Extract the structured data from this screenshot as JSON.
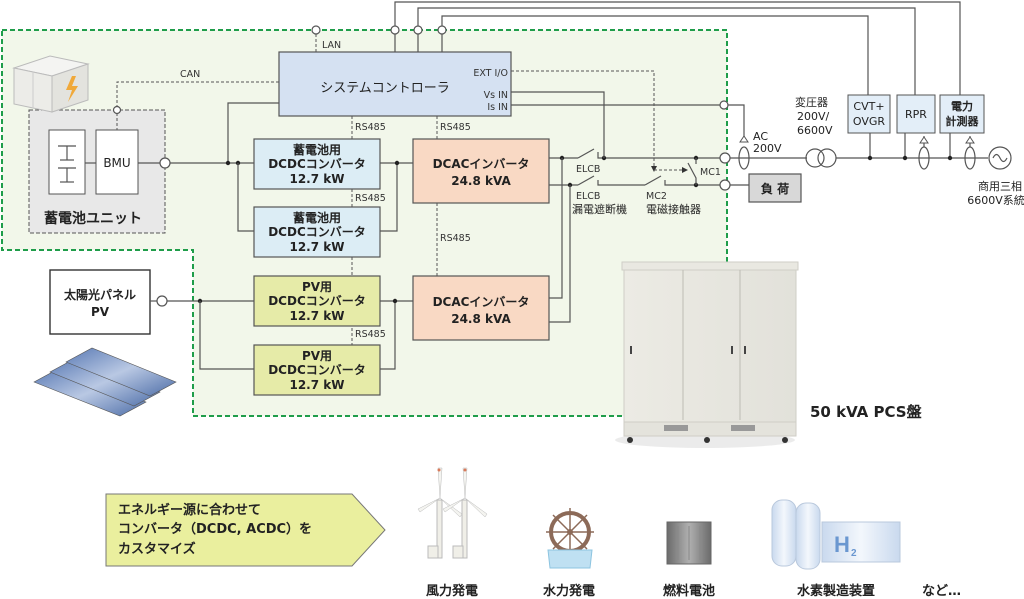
{
  "colors": {
    "controller_fill": "#d5e1f2",
    "battery_dcdc_fill": "#dcedf5",
    "pv_dcdc_fill": "#e6eba8",
    "inverter_fill": "#f9d9c4",
    "enclosure_fill": "#f2f7ea",
    "enclosure_border": "#1f9d4a",
    "battery_unit_fill": "#e8e8e8",
    "callout_fill": "#eaef9e",
    "grid_box_fill": "#e3eef8",
    "load_fill": "#d8d8d8"
  },
  "controller": {
    "title": "システムコントローラ",
    "ports": {
      "ext_io": "EXT I/O",
      "vs_in": "Vs IN",
      "is_in": "Is IN"
    }
  },
  "comm": {
    "lan": "LAN",
    "can": "CAN",
    "rs485": "RS485"
  },
  "battery_unit": {
    "title": "蓄電池ユニット",
    "bmu": "BMU"
  },
  "battery_dcdc": [
    {
      "line1": "蓄電池用",
      "line2": "DCDCコンバータ",
      "line3": "12.7 kW"
    },
    {
      "line1": "蓄電池用",
      "line2": "DCDCコンバータ",
      "line3": "12.7 kW"
    }
  ],
  "pv_dcdc": [
    {
      "line1": "PV用",
      "line2": "DCDCコンバータ",
      "line3": "12.7 kW"
    },
    {
      "line1": "PV用",
      "line2": "DCDCコンバータ",
      "line3": "12.7 kW"
    }
  ],
  "inverters": [
    {
      "line1": "DCACインバータ",
      "line2": "24.8 kVA"
    },
    {
      "line1": "DCACインバータ",
      "line2": "24.8 kVA"
    }
  ],
  "pv_panel": {
    "line1": "太陽光パネル",
    "line2": "PV"
  },
  "switches": {
    "elcb_top": "ELCB",
    "elcb_bottom": "ELCB",
    "elcb_desc": "漏電遮断機",
    "mc1": "MC1",
    "mc2": "MC2",
    "mc_desc": "電磁接触器"
  },
  "ac_label": {
    "line1": "AC",
    "line2": "200V"
  },
  "load": "負 荷",
  "transformer": {
    "line1": "変圧器",
    "line2": "200V/",
    "line3": "6600V"
  },
  "grid_boxes": [
    {
      "line1": "CVT+",
      "line2": "OVGR"
    },
    {
      "line1": "RPR",
      "line2": ""
    },
    {
      "line1": "電力",
      "line2": "計測器"
    }
  ],
  "grid": {
    "line1": "商用三相",
    "line2": "6600V系統"
  },
  "pcs_label": "50 kVA PCS盤",
  "callout": {
    "line1": "エネルギー源に合わせて",
    "line2": "コンバータ（DCDC, ACDC）を",
    "line3": "カスタマイズ"
  },
  "energy_sources": [
    {
      "label": "風力発電",
      "icon": "wind-turbine-icon"
    },
    {
      "label": "水力発電",
      "icon": "water-wheel-icon"
    },
    {
      "label": "燃料電池",
      "icon": "fuel-cell-icon"
    },
    {
      "label": "水素製造装置",
      "icon": "hydrogen-generator-icon"
    }
  ],
  "etc_label": "など…"
}
